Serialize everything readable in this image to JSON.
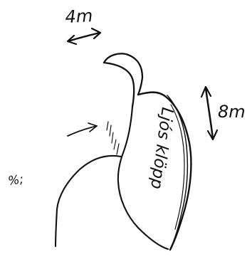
{
  "labels": {
    "width_dim": "4m",
    "height_dim": "8m",
    "main_text": "Ljós klöpp",
    "left_text": "%;"
  }
}
